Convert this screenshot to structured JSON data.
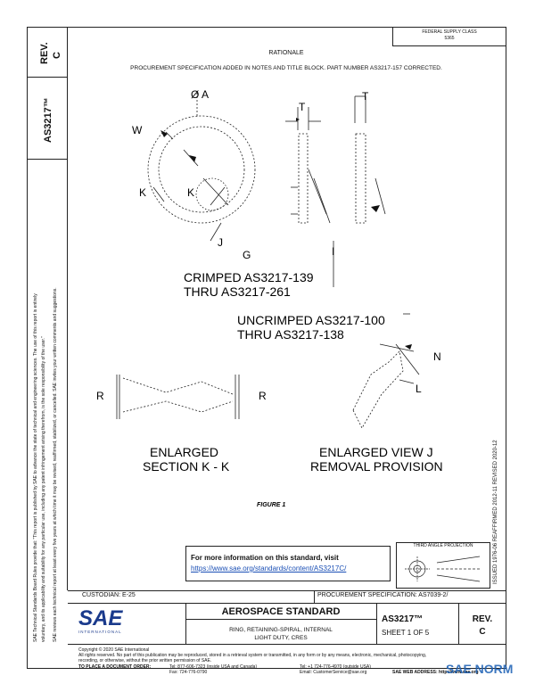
{
  "header": {
    "rev_label": "REV.",
    "rev_value": "C",
    "doc_number": "AS3217™",
    "corner_line1": "FEDERAL SUPPLY CLASS",
    "corner_line2": "5365",
    "rationale_title": "RATIONALE",
    "rationale_text": "PROCUREMENT SPECIFICATION ADDED IN NOTES AND TITLE BLOCK. PART NUMBER AS3217-157 CORRECTED."
  },
  "left_margin": {
    "line1": "SAE Technical Standards Board Rules provide that: \"This report is published by SAE to advance the state of technical and engineering sciences. The use of this report is entirely",
    "line2": "voluntary, and its applicability and suitability for any particular use, including any patent infringement arising therefrom, is the sole responsibility of the user.\"",
    "line3": "SAE reviews each technical report at least every five years at which time it may be revised, reaffirmed, stabilized, or cancelled. SAE invites your written comments and suggestions."
  },
  "right_margin": {
    "text": "ISSUED 1976-06     REAFFIRMED 2012-11     REVISED 2020-12"
  },
  "drawing": {
    "dia_label": "Ø A",
    "t_label_1": "T",
    "t_label_2": "T",
    "w_label": "W",
    "k_label_1": "K",
    "k_label_2": "K",
    "j_label": "J",
    "g_label": "G",
    "i_label": "I",
    "crimped_line1": "CRIMPED AS3217-139",
    "crimped_line2": "THRU AS3217-261",
    "uncrimped_line1": "UNCRIMPED AS3217-100",
    "uncrimped_line2": "THRU AS3217-138",
    "n_label": "N",
    "l_label": "L",
    "r_label_1": "R",
    "r_label_2": "R",
    "section_line1": "ENLARGED",
    "section_line2": "SECTION K - K",
    "view_line1": "ENLARGED VIEW J",
    "view_line2": "REMOVAL PROVISION",
    "figure_caption": "FIGURE 1"
  },
  "info_box": {
    "text": "For more information on this standard, visit",
    "url": "https://www.sae.org/standards/content/AS3217C/"
  },
  "projection": {
    "title": "THIRD ANGLE PROJECTION"
  },
  "title_block": {
    "custodian": "CUSTODIAN: E-25",
    "procurement": "PROCUREMENT SPECIFICATION: AS7039-2/",
    "standard_type": "AEROSPACE STANDARD",
    "title_line1": "RING, RETAINING-SPIRAL, INTERNAL",
    "title_line2": "LIGHT DUTY, CRES",
    "doc_number": "AS3217™",
    "sheet": "SHEET 1 OF 5",
    "rev_label": "REV.",
    "rev_value": "C",
    "logo_text": "SAE",
    "logo_sub": "INTERNATIONAL"
  },
  "footer": {
    "copyright": "Copyright © 2020 SAE International",
    "rights": "All rights reserved. No part of this publication may be reproduced, stored in a retrieval system or transmitted, in any form or by any means, electronic, mechanical, photocopying,",
    "rights2": "recording, or otherwise, without the prior written permission of SAE.",
    "order_label": "TO PLACE A DOCUMENT ORDER:",
    "tel": "Tel: 877-606-7323 (inside USA and Canada)",
    "tel2": "Tel: +1 724-776-4970 (outside USA)",
    "fax": "Fax: 724-776-0790",
    "email": "Email: CustomerService@sae.org",
    "web": "SAE WEB ADDRESS: http://www.sae.org",
    "watermark": "SAE NORM"
  }
}
